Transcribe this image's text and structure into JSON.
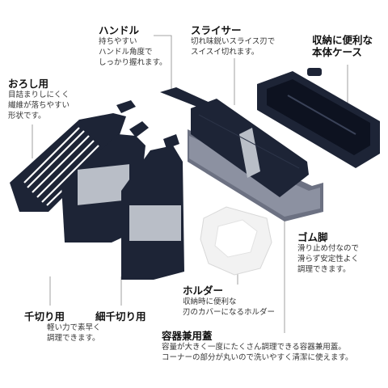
{
  "colors": {
    "tool_body": "#1d2436",
    "tool_edge": "#0d1220",
    "blade_metal": "#b9bec7",
    "slits": "#ffffff",
    "holder": "#f2f2f2",
    "leader": "#888888"
  },
  "features": {
    "handle": {
      "title": "ハンドル",
      "desc": [
        "持ちやすい",
        "ハンドル角度で",
        "しっかり握れます。"
      ]
    },
    "slicer": {
      "title": "スライサー",
      "desc": [
        "切れ味鋭いスライス刃で",
        "スイスイ切れます。"
      ]
    },
    "case": {
      "title": [
        "収納に便利な",
        "本体ケース"
      ]
    },
    "grater": {
      "title": "おろし用",
      "desc": [
        "目詰まりしにくく",
        "繊維が落ちやすい",
        "形状です。"
      ]
    },
    "rubber": {
      "title": "ゴム脚",
      "desc": [
        "滑り止め付なので",
        "滑らず安定性よく",
        "調理できます。"
      ]
    },
    "holder": {
      "title": "ホルダー",
      "desc": [
        "収納時に便利な",
        "刃のカバーになるホルダー"
      ]
    },
    "julienne": {
      "title": "千切り用",
      "desc": [
        "軽い力で素早く",
        "調理できます。"
      ]
    },
    "fine": {
      "title": "細千切り用"
    },
    "lid": {
      "title": "容器兼用蓋",
      "desc": [
        "容量が大きく一度にたくさん調理できる容器兼用蓋。",
        "コーナーの部分が丸いので洗いやすく清潔に使えます。"
      ]
    }
  }
}
